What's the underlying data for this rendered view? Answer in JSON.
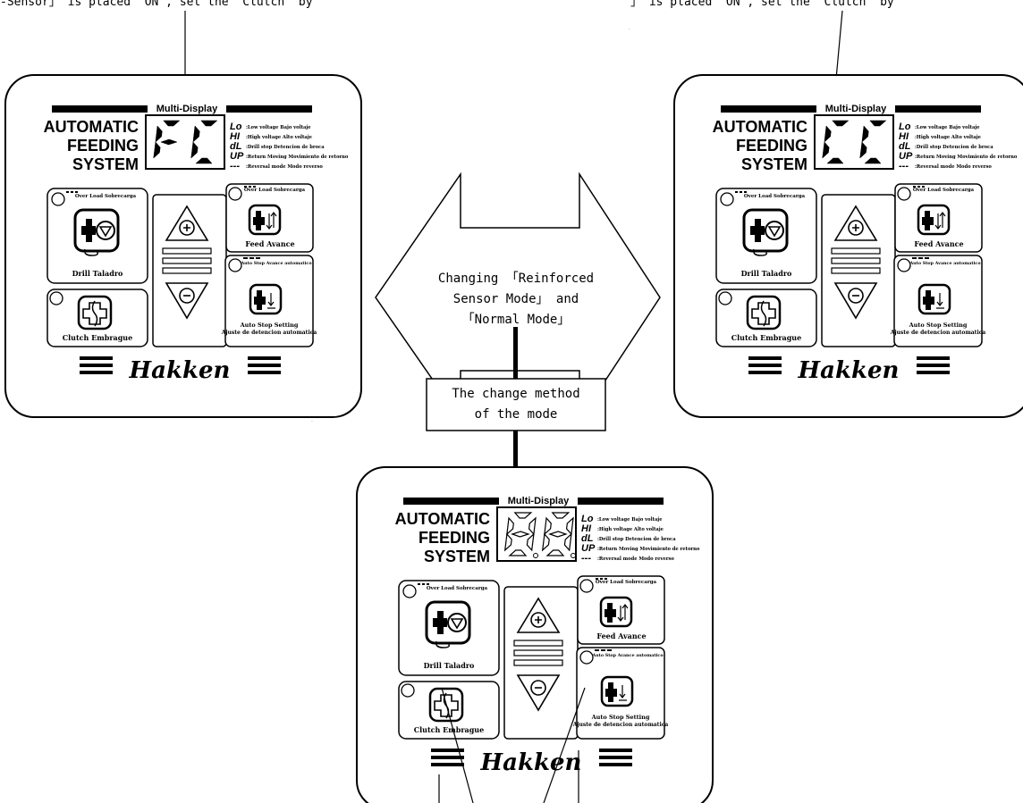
{
  "top_notes": {
    "left": "-Sensor」 is placed 'ON', set the 'Clutch' by ",
    "right": "」 is placed 'ON', set the 'Clutch' by "
  },
  "center_arrow": {
    "line1": "Changing 「Reinforced",
    "line2": "Sensor Mode」 and",
    "line3": "「Normal Mode」"
  },
  "method_box": {
    "line1": "The change method",
    "line2": "of the mode"
  },
  "panels": [
    {
      "id": "left",
      "display": "FC"
    },
    {
      "id": "right",
      "display": "CC"
    },
    {
      "id": "bottom",
      "display": "8.8."
    }
  ],
  "panel_text": {
    "header": "Multi-Display",
    "title_line1": "AUTOMATIC",
    "title_line2": "FEEDING",
    "title_line3": "SYSTEM",
    "legend": [
      {
        "code": "Lo",
        "desc": ":Low voltage  Bajo voltaje"
      },
      {
        "code": "HI",
        "desc": ":High voltage  Alto voltaje"
      },
      {
        "code": "dL",
        "desc": ":Drill stop  Detencion de broca"
      },
      {
        "code": "UP",
        "desc": ":Return Moving  Movimiento de retorno"
      },
      {
        "code": "---",
        "desc": ":Reversal mode  Modo reverso"
      }
    ],
    "overload": "Over Load   Sobrecarga",
    "drill": "Drill   Taladro",
    "feed": "Feed   Avance",
    "autostop_top": "Auto Stop   Avance automatico",
    "autostop_b1": "Auto Stop Setting",
    "autostop_b2": "Ajuste de detencion automatica",
    "clutch": "Clutch   Embrague",
    "logo": "Hakken"
  }
}
